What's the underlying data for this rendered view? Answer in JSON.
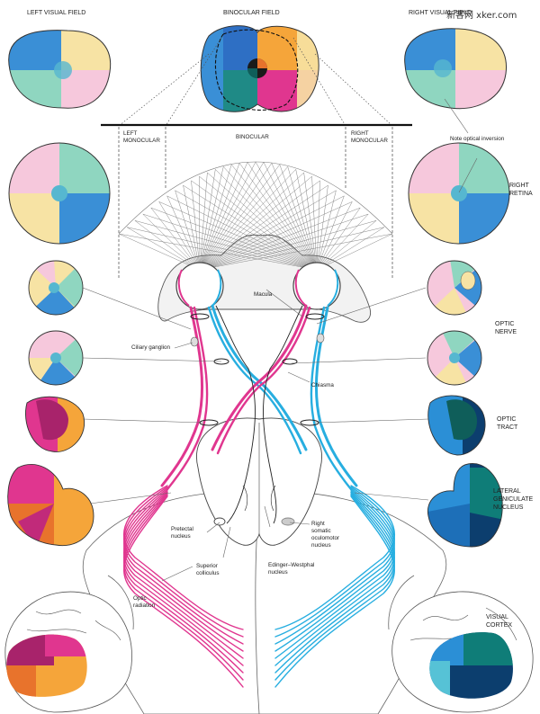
{
  "labels": {
    "left_visual_field": "LEFT VISUAL FIELD",
    "binocular_field": "BINOCULAR FIELD",
    "right_visual_field": "RIGHT VISUAL FIELD",
    "left_monocular_1": "LEFT",
    "left_monocular_2": "MONOCULAR",
    "binocular": "BINOCULAR",
    "right_monocular_1": "RIGHT",
    "right_monocular_2": "MONOCULAR",
    "note_optical_inversion": "Note optical inversion",
    "right_retina_1": "RIGHT",
    "right_retina_2": "RETINA",
    "macula": "Macula",
    "ciliary_ganglion": "Ciliary ganglion",
    "chiasma": "Chiasma",
    "optic_nerve_1": "OPTIC",
    "optic_nerve_2": "NERVE",
    "optic_tract_1": "OPTIC",
    "optic_tract_2": "TRACT",
    "lgn_1": "LATERAL",
    "lgn_2": "GENICULATE",
    "lgn_3": "NUCLEUS",
    "pretectal_1": "Pretectal",
    "pretectal_2": "nucleus",
    "right_somatic_1": "Right",
    "right_somatic_2": "somatic",
    "right_somatic_3": "oculomotor",
    "right_somatic_4": "nucleus",
    "superior_colliculus_1": "Superior",
    "superior_colliculus_2": "colliculus",
    "edinger_1": "Edinger–Westphal",
    "edinger_2": "nucleus",
    "optic_radiation_1": "Optic",
    "optic_radiation_2": "radiation",
    "visual_cortex_1": "VISUAL",
    "visual_cortex_2": "CORTEX",
    "watermark": "新客网 xker.com"
  },
  "colors": {
    "blue": "#3a8fd6",
    "yellow": "#f7e3a4",
    "green": "#8fd6c0",
    "pink": "#f6c8dc",
    "magenta": "#e0368f",
    "cyan": "#27aee0",
    "orange": "#f5a53a",
    "navy": "#0c3e6e",
    "teal": "#0f7d78"
  }
}
